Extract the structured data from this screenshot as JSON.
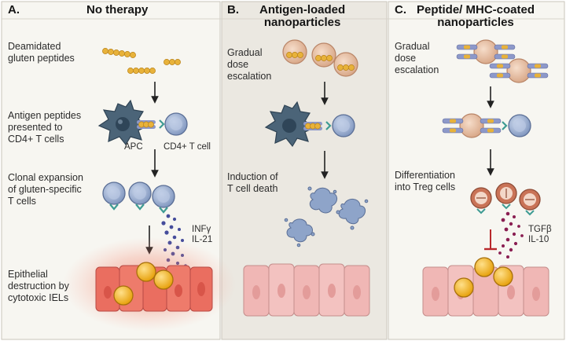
{
  "panels": [
    {
      "letter": "A.",
      "title": "No therapy",
      "labels": {
        "step1": "Deamidated\ngluten peptides",
        "step2": "Antigen peptides\npresented to\nCD4+ T cells",
        "apc": "APC",
        "cd4": "CD4+ T cell",
        "step3": "Clonal expansion\nof gluten-specific\nT cells",
        "cytokines": "INFγ\nIL-21",
        "step4": "Epithelial\ndestruction by\ncytotoxic IELs"
      }
    },
    {
      "letter": "B.",
      "title": "Antigen-loaded\nnanoparticles",
      "labels": {
        "step1": "Gradual\ndose\nescalation",
        "step2": "Induction of\nT cell death"
      }
    },
    {
      "letter": "C.",
      "title": "Peptide/ MHC-coated\nnanoparticles",
      "labels": {
        "step1": "Gradual\ndose\nescalation",
        "step2": "Differentiation\ninto Treg cells",
        "cytokines": "TGFβ\nIL-10"
      }
    }
  ],
  "colors": {
    "panel_a_bg": "#f7f6f1",
    "panel_b_bg": "#ebe8e1",
    "panel_c_bg": "#f7f6f1",
    "peptide": "#e8b23a",
    "apc": "#4b6478",
    "t_cell": "#9fb3d4",
    "nanoparticle": "#e8c0a6",
    "treg": "#c97357",
    "epithelium": "#f0b7b5",
    "inflamed_epithelium": "#ea6e60",
    "iel": "#f2b01e",
    "inhibition": "#b8282c",
    "cytokine_a": "#454c9b",
    "cytokine_c": "#8a1e52"
  }
}
